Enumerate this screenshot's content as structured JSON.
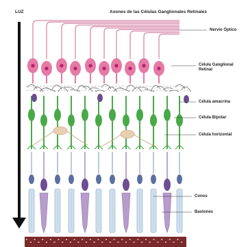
{
  "labels": {
    "light": "LUZ",
    "axons": "Axones de las Células Ganglionales Retinales",
    "optic_nerve": "Nervio Óptico",
    "ganglion_cell": "Célula Ganglional Retinal",
    "amacrine_cell": "Célula amacrina",
    "bipolar_cell": "Célula Bipolar",
    "horizontal_cell": "Célula horizontal",
    "cones": "Conos",
    "rods": "Bastones"
  },
  "colors": {
    "ganglion": "#e57aa6",
    "ganglion_nucleus": "#b5226a",
    "axon": "#d88aaa",
    "bipolar": "#49a948",
    "amacrine": "#6a4c8c",
    "horizontal": "#e8cfb0",
    "cone": "#b79ccc",
    "rod": "#cfe0ee",
    "arrow": "#111111",
    "epithelium": "#7a2a2a",
    "plexus": "#5d5d5d"
  },
  "icons": {
    "light_arrow": "down-arrow"
  }
}
